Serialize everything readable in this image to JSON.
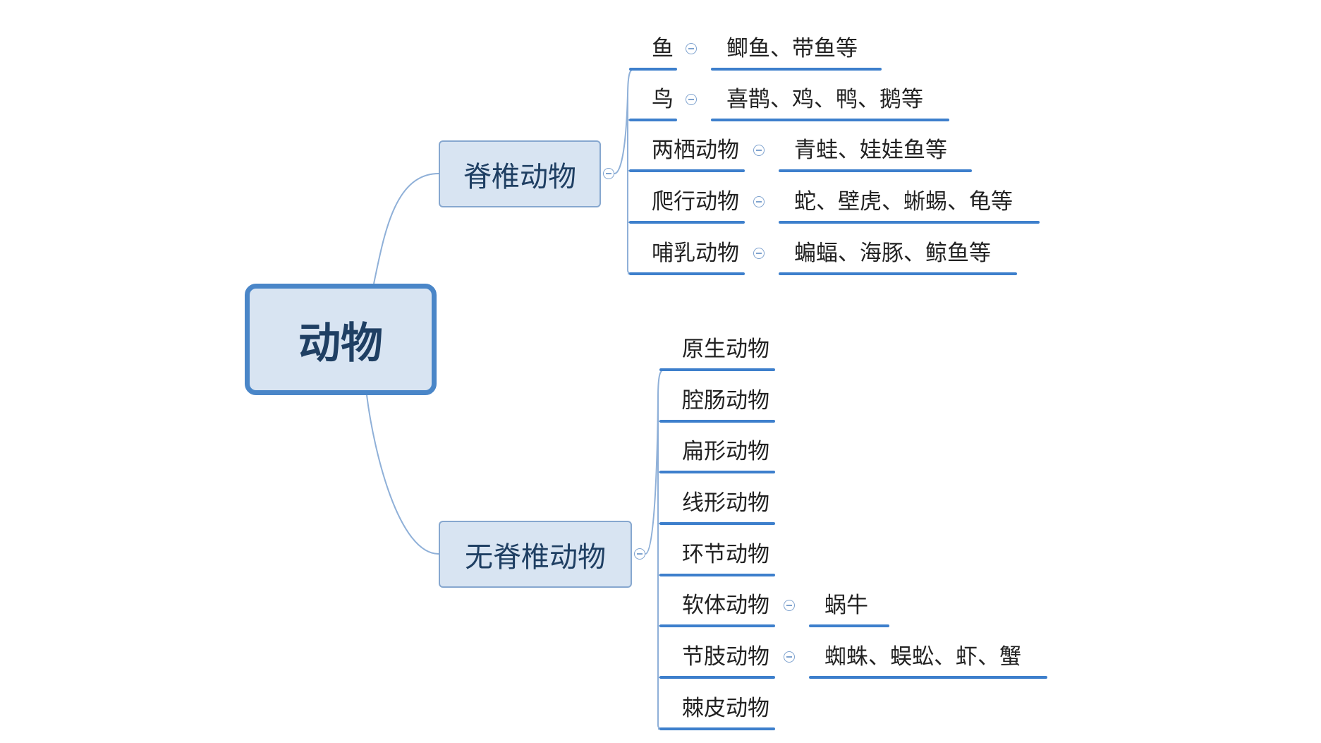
{
  "root": {
    "label": "动物"
  },
  "vertebrate": {
    "label": "脊椎动物",
    "items": [
      {
        "label": "鱼",
        "detail": "鲫鱼、带鱼等"
      },
      {
        "label": "鸟",
        "detail": "喜鹊、鸡、鸭、鹅等"
      },
      {
        "label": "两栖动物",
        "detail": "青蛙、娃娃鱼等"
      },
      {
        "label": "爬行动物",
        "detail": "蛇、壁虎、蜥蜴、龟等"
      },
      {
        "label": "哺乳动物",
        "detail": "蝙蝠、海豚、鲸鱼等"
      }
    ]
  },
  "invertebrate": {
    "label": "无脊椎动物",
    "items": [
      {
        "label": "原生动物"
      },
      {
        "label": "腔肠动物"
      },
      {
        "label": "扁形动物"
      },
      {
        "label": "线形动物"
      },
      {
        "label": "环节动物"
      },
      {
        "label": "软体动物",
        "detail": "蜗牛"
      },
      {
        "label": "节肢动物",
        "detail": "蜘蛛、蜈蚣、虾、蟹"
      },
      {
        "label": "棘皮动物"
      }
    ]
  },
  "colors": {
    "line": "#3d7fcc",
    "connector": "#8fb0d8",
    "node_fill": "#d8e4f2",
    "root_border": "#4a86c8"
  },
  "icons": {
    "collapse": "collapse-minus-icon"
  }
}
